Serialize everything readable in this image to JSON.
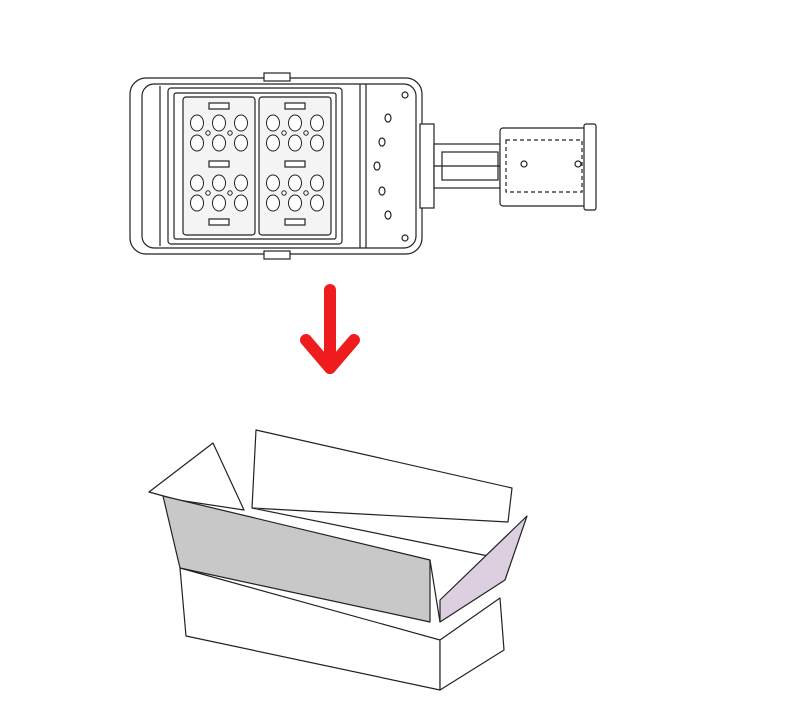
{
  "diagram": {
    "objects": [
      {
        "id": "street-light",
        "icon": "led-street-light-icon"
      },
      {
        "id": "arrow",
        "icon": "arrow-down-icon",
        "direction": "down"
      },
      {
        "id": "box",
        "icon": "open-box-icon"
      }
    ]
  },
  "colors": {
    "line": "#222222",
    "arrow": "#ee1c1c",
    "flap_front": "#c8c8c8",
    "flap_right": "#dccfe0",
    "housing_fill": "#ffffff",
    "module_fill": "#f4f4f4"
  }
}
